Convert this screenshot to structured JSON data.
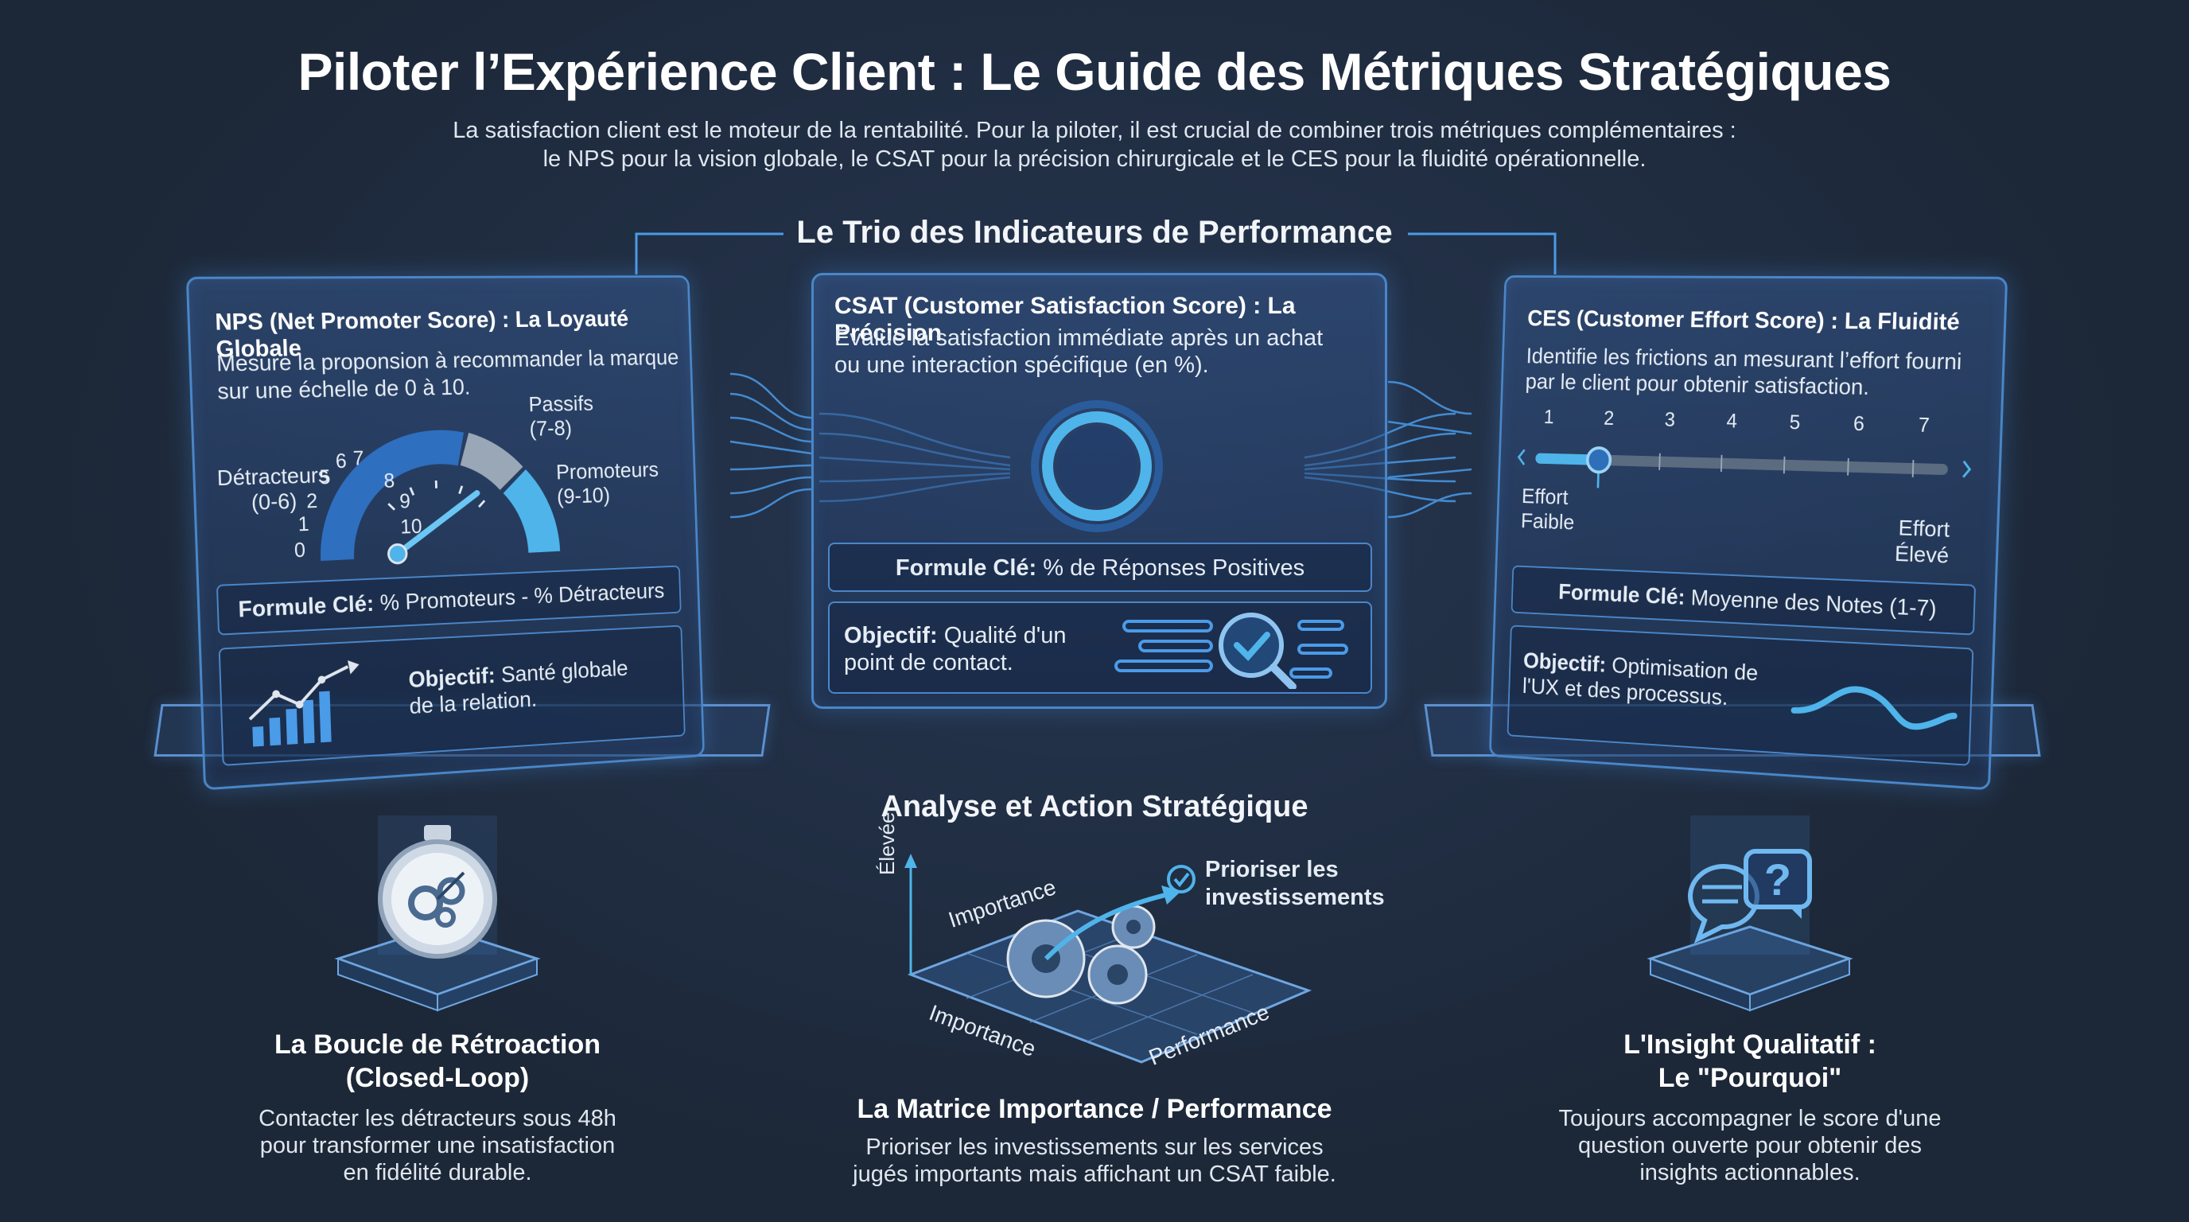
{
  "header": {
    "title": "Piloter l’Expérience Client : Le Guide des Métriques Stratégiques",
    "subtitle_line1": "La satisfaction client est le moteur de la rentabilité. Pour la piloter, il est crucial de combiner trois métriques complémentaires :",
    "subtitle_line2": "le NPS pour la vision globale, le CSAT pour la précision chirurgicale et le CES pour la fluidité opérationnelle."
  },
  "trio": {
    "title": "Le Trio des Indicateurs de Performance",
    "nps": {
      "heading": "NPS (Net Promoter Score) : La Loyauté Globale",
      "desc_line1": "Mesure la proponsion à recommander la marque",
      "desc_line2": "sur une échelle de 0 à 10.",
      "gauge_labels": {
        "detracteurs": "Détracteurs",
        "detracteurs_range": "(0-6)",
        "passifs": "Passifs",
        "passifs_range": "(7-8)",
        "promoteurs": "Promoteurs",
        "promoteurs_range": "(9-10)"
      },
      "gauge_ticks": [
        "0",
        "1",
        "2",
        "5",
        "6",
        "7",
        "8",
        "9",
        "10"
      ],
      "formula_label": "Formule Clé:",
      "formula_value": "% Promoteurs - % Détracteurs",
      "objective_label": "Objectif:",
      "objective_line1": "Santé globale",
      "objective_line2": "de la relation."
    },
    "csat": {
      "heading": "CSAT (Customer Satisfaction Score) : La Précision",
      "desc_line1": "Évalue la satisfaction immédiate après un achat",
      "desc_line2": "ou une interaction spécifique (en %).",
      "formula_label": "Formule Clé:",
      "formula_value": "% de Réponses Positives",
      "objective_label": "Objectif:",
      "objective_line1": "Qualité d'un",
      "objective_line2": "point de contact."
    },
    "ces": {
      "heading": "CES (Customer Effort Score) : La Fluidité",
      "desc_line1": "Identifie les frictions an mesurant l’effort fourni",
      "desc_line2": "par le client pour obtenir satisfaction.",
      "scale": [
        "1",
        "2",
        "3",
        "4",
        "5",
        "6",
        "7"
      ],
      "low_line1": "Effort",
      "low_line2": "Faible",
      "high_line1": "Effort",
      "high_line2": "Élevé",
      "formula_label": "Formule Clé:",
      "formula_value": "Moyenne des Notes (1-7)",
      "objective_label": "Objectif:",
      "objective_line1": "Optimisation de",
      "objective_line2": "l'UX et des processus."
    }
  },
  "analysis": {
    "title": "Analyse et Action Stratégique",
    "matrix": {
      "axis_y": "Élevée",
      "label_importance_top": "Importance",
      "label_importance_bottom": "Importance",
      "label_performance": "Performance",
      "callout_line1": "Prioriser les",
      "callout_line2": "investissements"
    },
    "feedback": {
      "title_line1": "La Boucle de Rétroaction",
      "title_line2": "(Closed-Loop)",
      "text_line1": "Contacter les détracteurs sous 48h",
      "text_line2": "pour transformer une insatisfaction",
      "text_line3": "en fidélité durable."
    },
    "matrix_card": {
      "title": "La Matrice Importance / Performance",
      "text_line1": "Prioriser les investissements sur les services",
      "text_line2": "jugés importants mais affichant un CSAT faible."
    },
    "insight": {
      "title_line1": "L'Insight Qualitatif :",
      "title_line2": "Le \"Pourquoi\"",
      "text_line1": "Toujours accompagner le score d'une",
      "text_line2": "question ouverte pour obtenir des",
      "text_line3": "insights actionnables."
    }
  },
  "colors": {
    "background": "#1f2b3c",
    "accent": "#4a9be8",
    "gauge_dark": "#2f6fc0",
    "gauge_grey": "#9aa7b6",
    "gauge_light": "#4fb4ea"
  }
}
